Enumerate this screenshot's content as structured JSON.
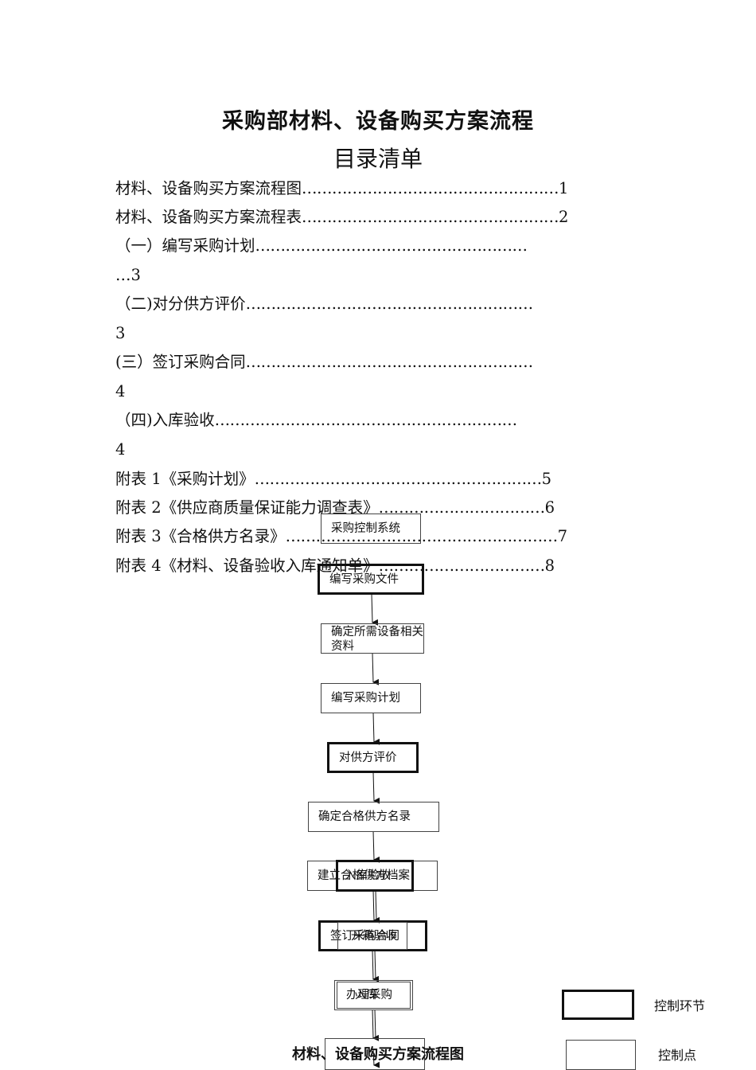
{
  "header": {
    "title": "采购部材料、设备购买方案流程",
    "subtitle": "目录清单"
  },
  "toc": [
    {
      "text": "材料、设备购买方案流程图",
      "dots": "……………………………………………",
      "page": "1"
    },
    {
      "text": "材料、设备购买方案流程表",
      "dots": "……………………………………………",
      "page": "2"
    },
    {
      "text": "（一）编写采购计划",
      "dots": "………………………………………………",
      "page": ""
    },
    {
      "text": "…3",
      "dots": "",
      "page": ""
    },
    {
      "text": "（二)对分供方评价",
      "dots": "…………………………………………………",
      "page": ""
    },
    {
      "text": "3",
      "dots": "",
      "page": ""
    },
    {
      "text": "(三）签订采购合同",
      "dots": "…………………………………………………",
      "page": ""
    },
    {
      "text": "4",
      "dots": "",
      "page": ""
    },
    {
      "text": "（四)入库验收",
      "dots": "……………………………………………………",
      "page": ""
    },
    {
      "text": "4",
      "dots": "",
      "page": ""
    },
    {
      "text": "附表 1《采购计划》",
      "dots": "…………………………………………………",
      "page": "5"
    },
    {
      "text": "附表 2《供应商质量保证能力调查表》",
      "dots": "……………………………",
      "page": "6"
    },
    {
      "text": "附表 3《合格供方名录》",
      "dots": "………………………………………………",
      "page": "7"
    },
    {
      "text": "附表 4《材料、设备验收入库通知单》",
      "dots": "……………………………",
      "page": "8"
    }
  ],
  "flow": {
    "top_label": "采购控制系统",
    "steps": [
      "编写采购文件",
      "确定所需设备相关资料",
      "编写采购计划",
      "对供方评价",
      "确定合格供方名录",
      "建立合格供方档案",
      "入库验收",
      "签订采购合同",
      "开箱验收",
      "办理采购",
      "入库"
    ]
  },
  "legend": {
    "control_link": "控制环节",
    "control_point": "控制点"
  },
  "caption": "材料、设备购买方案流程图"
}
